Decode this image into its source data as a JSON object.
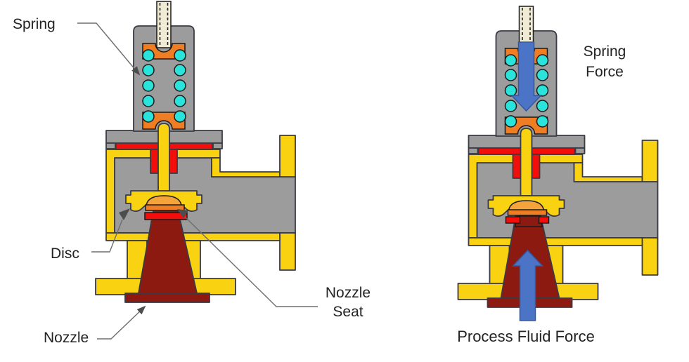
{
  "title": "Spring-loaded pressure relief valve cross-section diagram",
  "colors": {
    "casing_yellow": "#F9D211",
    "body_gray": "#9C9C9C",
    "outline": "#3A3A44",
    "seal_red": "#F20F0B",
    "retainer_orange": "#EF7D23",
    "disc_top_orange": "#F5A43C",
    "spring_cyan": "#2AE4DC",
    "nozzle_maroon": "#8C1A10",
    "stem_cream": "#F0EBD5",
    "force_blue": "#4C74C6",
    "force_blue_dark": "#33589E",
    "leader_gray": "#6E6E6E",
    "arrowhead_gray": "#4D4D4D",
    "text": "#232323"
  },
  "left_valve": {
    "labels": {
      "spring": "Spring",
      "disc": "Disc",
      "nozzle": "Nozzle",
      "nozzle_seat_line1": "Nozzle",
      "nozzle_seat_line2": "Seat"
    }
  },
  "right_valve": {
    "labels": {
      "spring_force_line1": "Spring",
      "spring_force_line2": "Force",
      "process_fluid_force": "Process Fluid Force"
    }
  }
}
